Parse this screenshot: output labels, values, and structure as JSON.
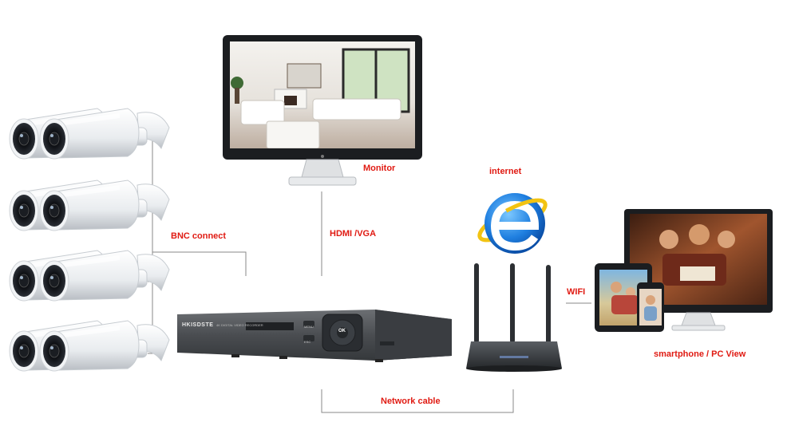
{
  "labels": {
    "monitor": "Monitor",
    "internet": "internet",
    "bnc": "BNC connect",
    "hdmi": "HDMI /VGA",
    "wifi": "WIFI",
    "view": "smartphone / PC View",
    "network": "Network cable"
  },
  "dvr": {
    "brand": "HKISDSTE",
    "subtitle": "4K DIGITAL VIDEO RECORDER",
    "menu": "MENU",
    "esc": "ESC",
    "ok": "OK"
  },
  "colors": {
    "label_red": "#e01a12",
    "line_gray": "#8a8a8a",
    "ie_blue": "#1f7fe0"
  },
  "icons": [
    "cctv-camera-icon",
    "monitor-icon",
    "dvr-icon",
    "router-icon",
    "internet-explorer-icon",
    "tablet-icon",
    "smartphone-icon",
    "pc-monitor-icon"
  ]
}
